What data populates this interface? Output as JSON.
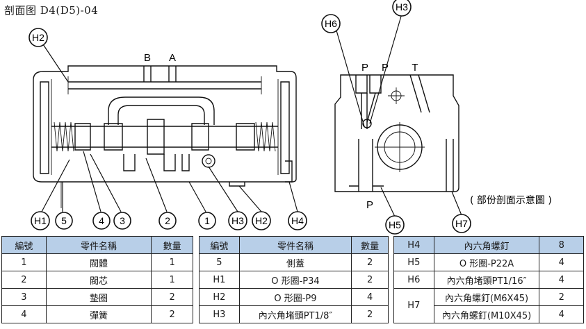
{
  "title": "剖面图 D4(D5)-04",
  "ports": {
    "b": "B",
    "a": "A",
    "p1": "P",
    "p2": "P",
    "t": "T",
    "p_bottom": "P"
  },
  "callouts": {
    "h2_top": "H2",
    "h3_top": "H3",
    "h6": "H6",
    "h1": "H1",
    "n5": "5",
    "n4": "4",
    "n3": "3",
    "n2": "2",
    "n1": "1",
    "h3_bottom": "H3",
    "h2_bottom": "H2",
    "h4": "H4",
    "h5": "H5",
    "h7": "H7"
  },
  "partial_section_note": "( 部份剖面示意圖 )",
  "tables": {
    "headers": {
      "no": "編號",
      "name": "零件名稱",
      "qty": "數量"
    },
    "table1": [
      {
        "no": "1",
        "name": "閥體",
        "qty": "1"
      },
      {
        "no": "2",
        "name": "閥芯",
        "qty": "1"
      },
      {
        "no": "3",
        "name": "墊圈",
        "qty": "2"
      },
      {
        "no": "4",
        "name": "彈簧",
        "qty": "2"
      }
    ],
    "table2": [
      {
        "no": "5",
        "name": "側蓋",
        "qty": "2"
      },
      {
        "no": "H1",
        "name": "O 形圈-P34",
        "qty": "2"
      },
      {
        "no": "H2",
        "name": "O 形圈-P9",
        "qty": "4"
      },
      {
        "no": "H3",
        "name": "內六角堵頭PT1/8″",
        "qty": "2"
      }
    ],
    "table3": [
      {
        "no": "H4",
        "name": "內六角螺釘",
        "qty": "8"
      },
      {
        "no": "H5",
        "name": "O 形圈-P22A",
        "qty": "4"
      },
      {
        "no": "H6",
        "name": "內六角堵頭PT1/16″",
        "qty": "4"
      },
      {
        "no": "H7",
        "name": "內六角螺釘(M6X45)",
        "qty": "2"
      },
      {
        "no": "",
        "name": "內六角螺釘(M10X45)",
        "qty": "4"
      }
    ]
  }
}
